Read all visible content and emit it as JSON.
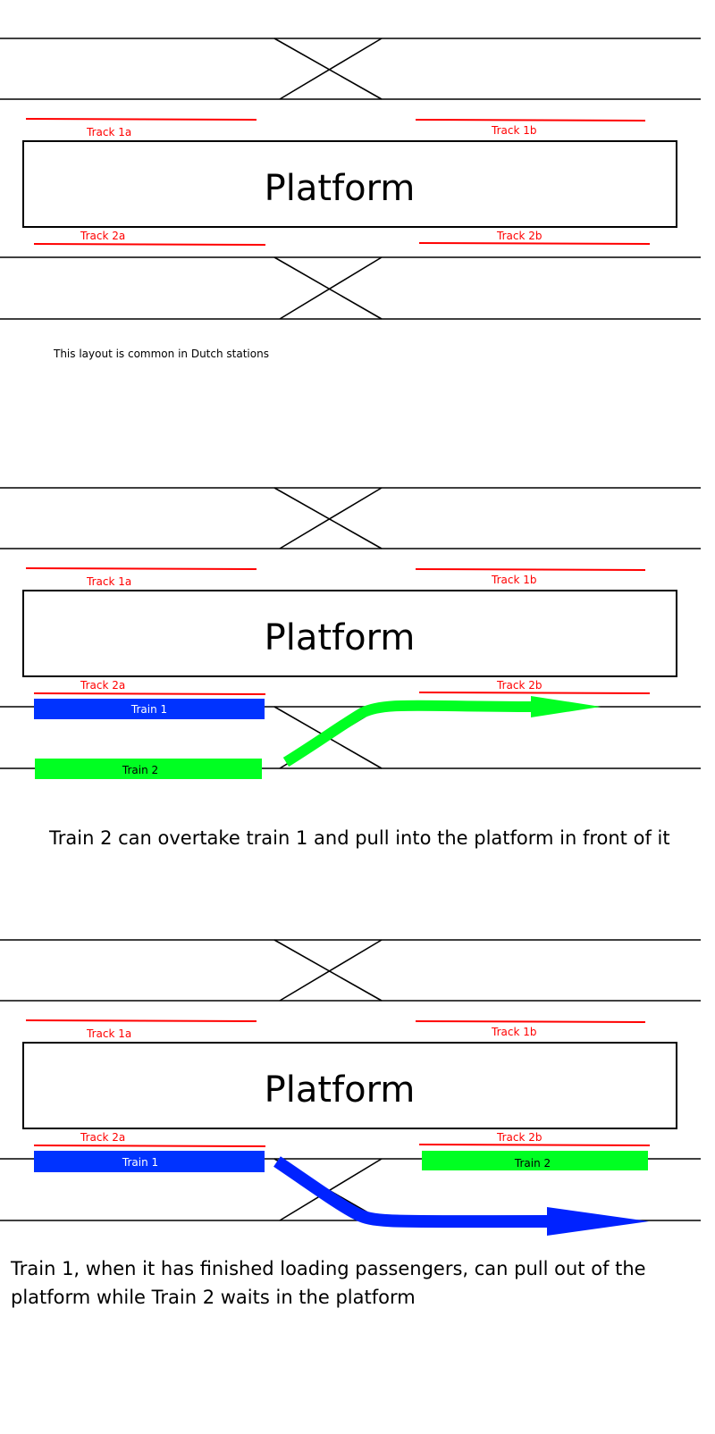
{
  "labels": {
    "track_1a": "Track 1a",
    "track_1b": "Track 1b",
    "track_2a": "Track 2a",
    "track_2b": "Track 2b",
    "platform": "Platform",
    "train_1": "Train 1",
    "train_2": "Train 2"
  },
  "captions": {
    "panel1": "This layout is common in Dutch stations",
    "panel2": "Train 2 can overtake train 1 and pull into the platform in front of it",
    "panel3_line1": "Train 1, when it has finished loading passengers, can pull out of the",
    "panel3_line2": "platform while Train 2 waits in the platform"
  },
  "colors": {
    "track_marker": "#ff0000",
    "train_1": "#0033ff",
    "train_2": "#00ff22"
  }
}
